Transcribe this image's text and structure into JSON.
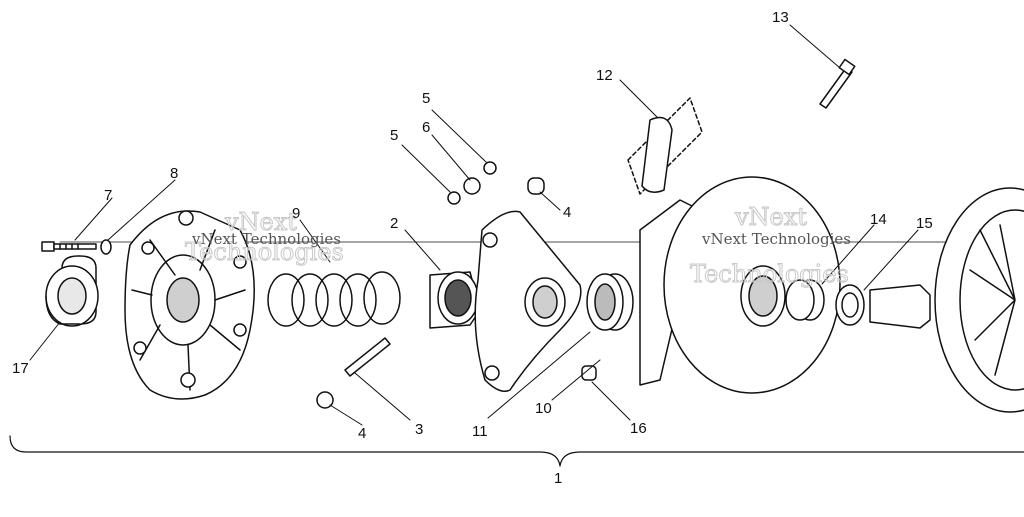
{
  "callouts": {
    "n1": "1",
    "n2": "2",
    "n3": "3",
    "n4a": "4",
    "n4b": "4",
    "n5a": "5",
    "n5b": "5",
    "n6": "6",
    "n7": "7",
    "n8": "8",
    "n9": "9",
    "n10": "10",
    "n11": "11",
    "n12": "12",
    "n13": "13",
    "n14": "14",
    "n15": "15",
    "n16": "16",
    "n17": "17"
  },
  "watermarks": {
    "line1": "vNext Technologies",
    "line2": "vNext Technologies",
    "big1": "vNext",
    "big2": "Technologies",
    "big3": "vNext",
    "big4": "Technologies"
  }
}
